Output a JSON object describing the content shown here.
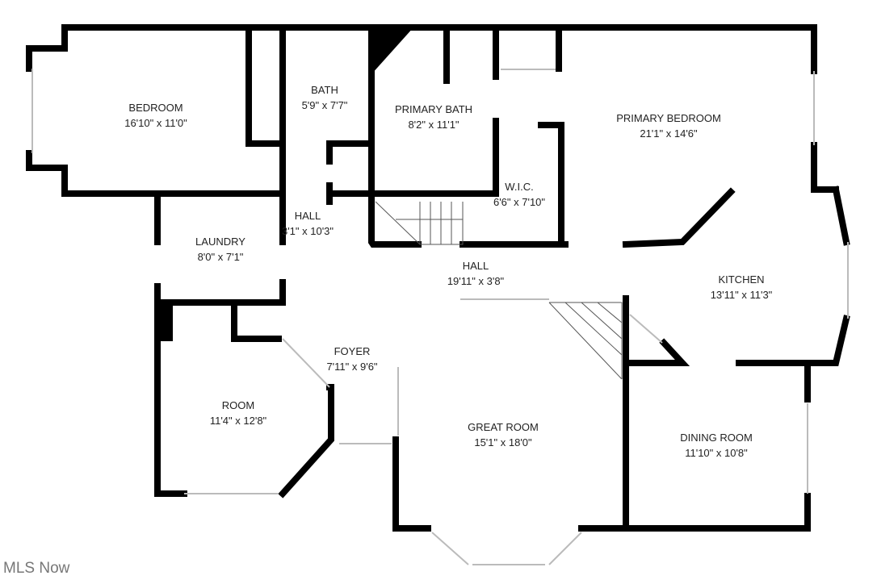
{
  "rooms": [
    {
      "name": "BEDROOM",
      "size": "16'10\" x 11'0\""
    },
    {
      "name": "BATH",
      "size": "5'9\" x 7'7\""
    },
    {
      "name": "PRIMARY BATH",
      "size": "8'2\" x 11'1\""
    },
    {
      "name": "PRIMARY BEDROOM",
      "size": "21'1\" x 14'6\""
    },
    {
      "name": "W.I.C.",
      "size": "6'6\" x 7'10\""
    },
    {
      "name": "HALL",
      "size": "3'1\" x 10'3\""
    },
    {
      "name": "LAUNDRY",
      "size": "8'0\" x 7'1\""
    },
    {
      "name": "HALL",
      "size": "19'11\" x 3'8\""
    },
    {
      "name": "KITCHEN",
      "size": "13'11\" x 11'3\""
    },
    {
      "name": "FOYER",
      "size": "7'11\" x 9'6\""
    },
    {
      "name": "ROOM",
      "size": "11'4\" x 12'8\""
    },
    {
      "name": "GREAT ROOM",
      "size": "15'1\" x 18'0\""
    },
    {
      "name": "DINING ROOM",
      "size": "11'10\" x 10'8\""
    }
  ],
  "watermark": "MLS Now"
}
